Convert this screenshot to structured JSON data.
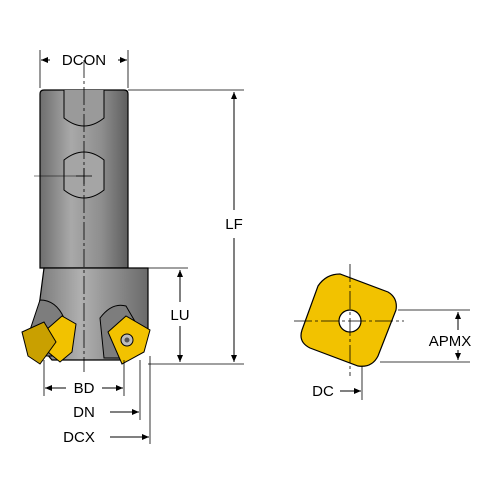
{
  "labels": {
    "dcon": "DCON",
    "lf": "LF",
    "lu": "LU",
    "bd": "BD",
    "dn": "DN",
    "dcx": "DCX",
    "apmx": "APMX",
    "dc": "DC"
  },
  "colors": {
    "tool_body": "#8c8c8c",
    "insert": "#f2c200",
    "outline": "#000000"
  }
}
